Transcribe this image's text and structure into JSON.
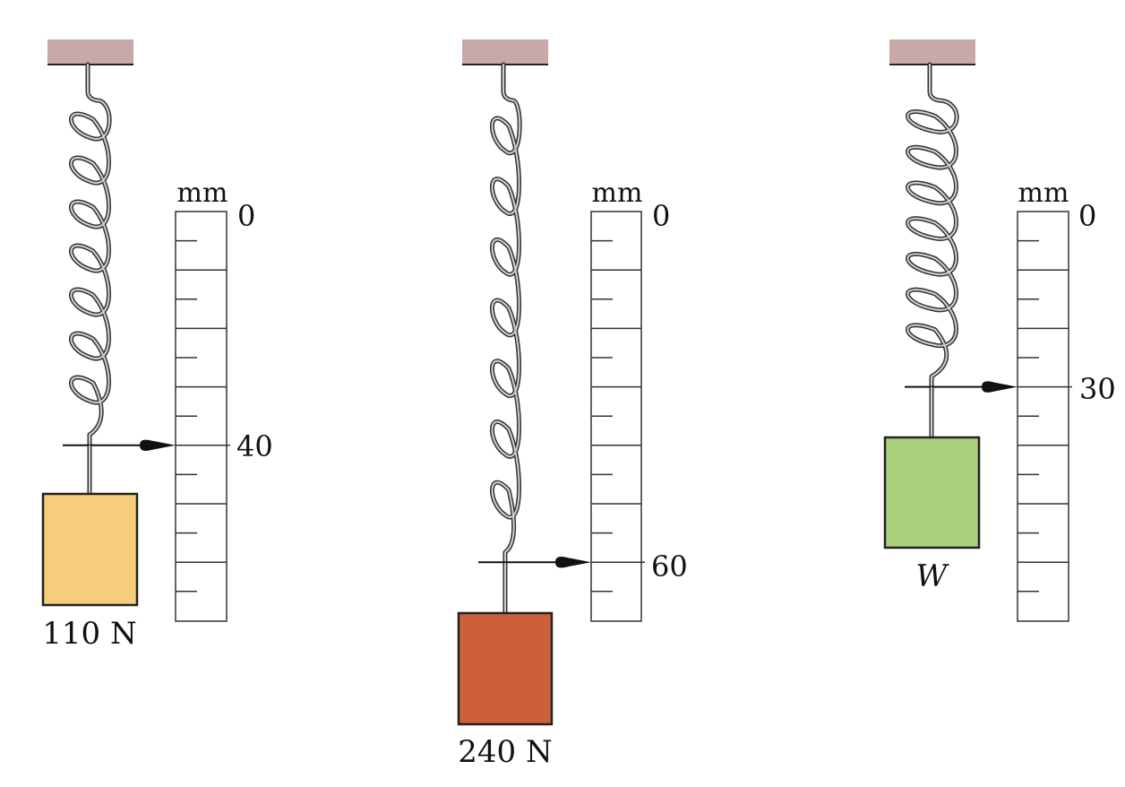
{
  "figure": {
    "panels": [
      {
        "unit": "mm",
        "zero_label": "0",
        "reading_label": "40",
        "reading_mm": 40,
        "load_label": "110 N",
        "load_italic": false,
        "block_color": "#f6cd7b"
      },
      {
        "unit": "mm",
        "zero_label": "0",
        "reading_label": "60",
        "reading_mm": 60,
        "load_label": "240 N",
        "load_italic": false,
        "block_color": "#cb603a"
      },
      {
        "unit": "mm",
        "zero_label": "0",
        "reading_label": "30",
        "reading_mm": 30,
        "load_label": "W",
        "load_italic": true,
        "block_color": "#abd07e"
      }
    ],
    "colors": {
      "ceiling": "#c9a8a8",
      "spring": "#333333"
    }
  }
}
